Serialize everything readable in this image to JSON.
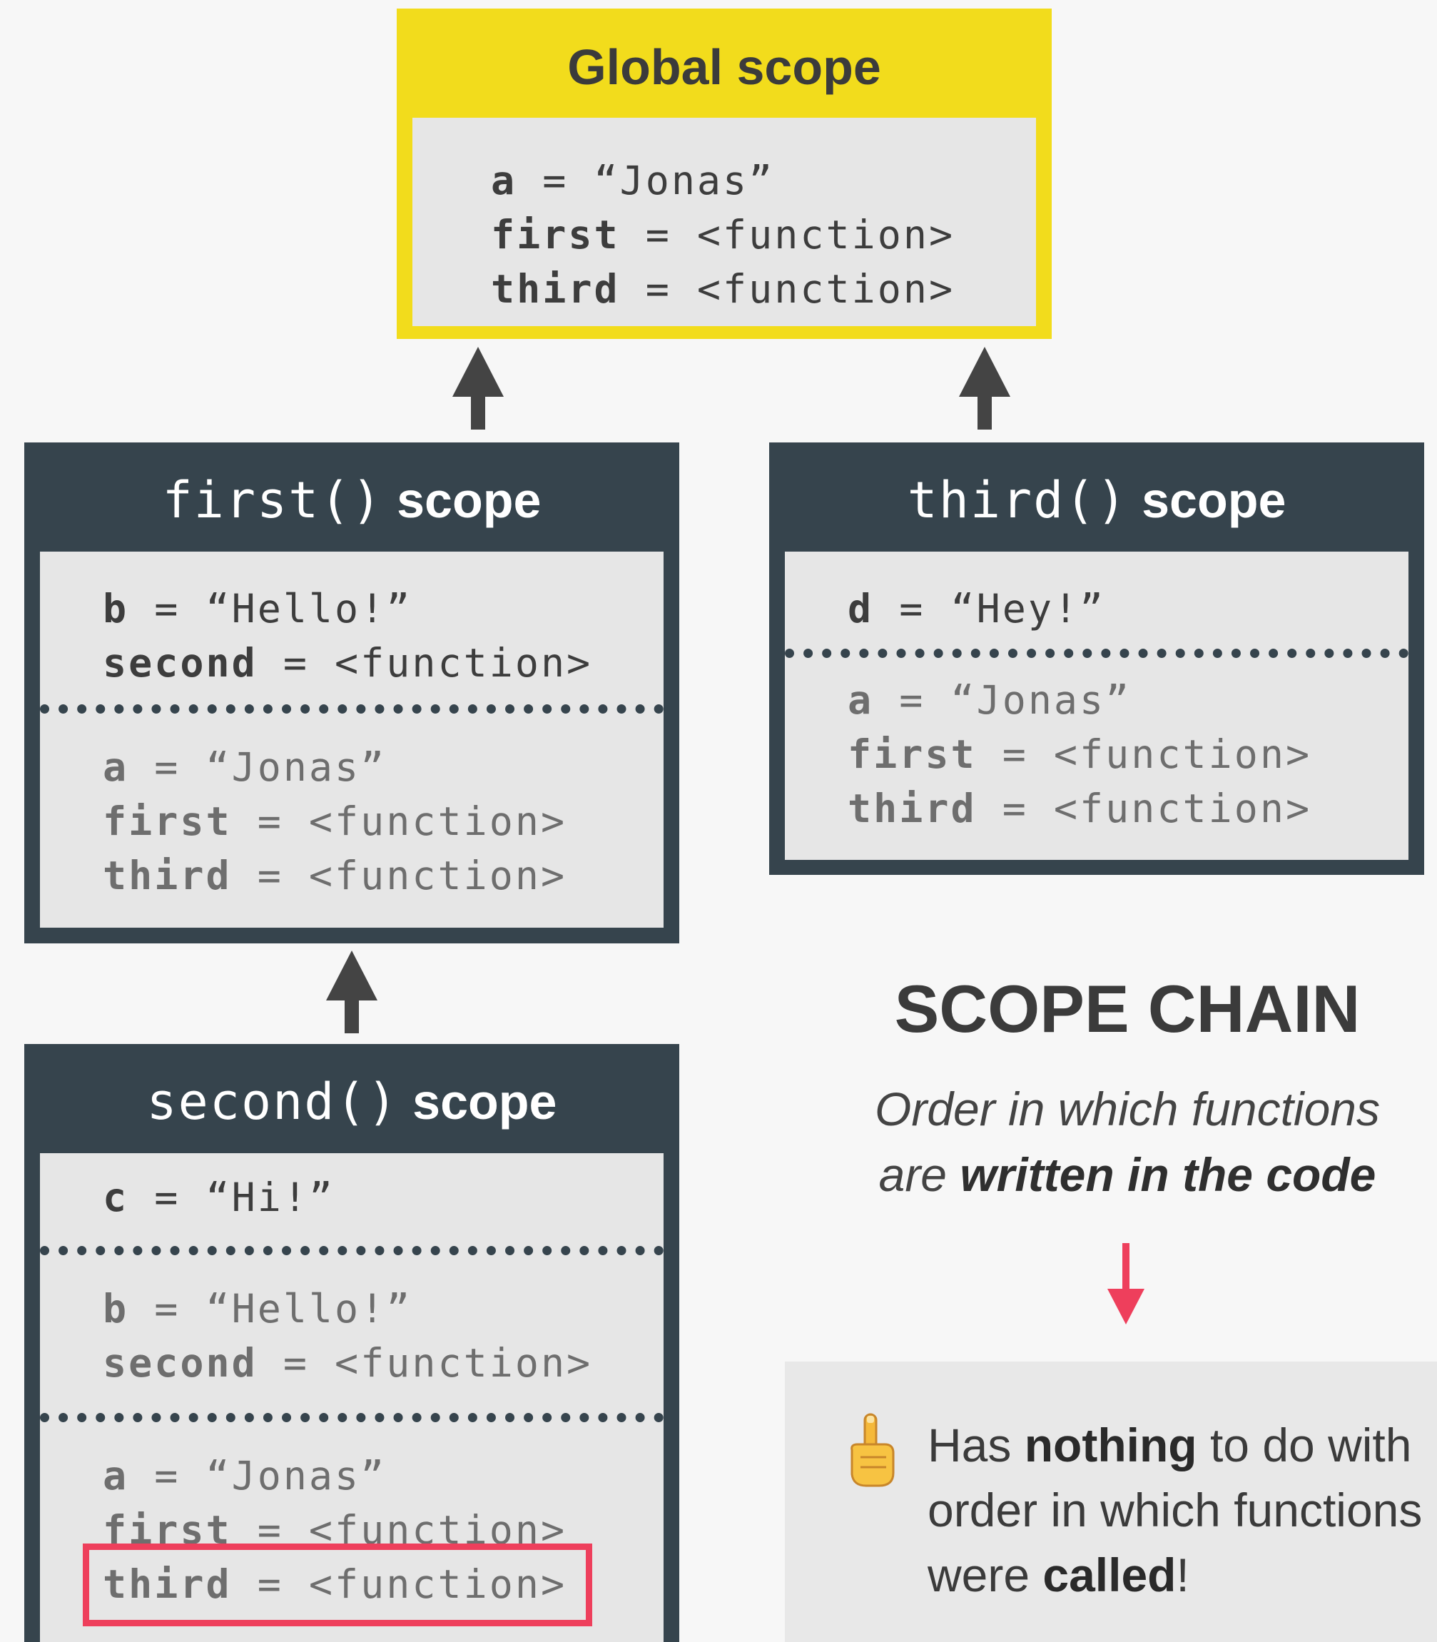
{
  "global": {
    "title": "Global scope",
    "vars": [
      {
        "name": "a",
        "value": "= “Jonas”"
      },
      {
        "name": "first",
        "value": "= <function>"
      },
      {
        "name": "third",
        "value": "= <function>"
      }
    ]
  },
  "first_scope": {
    "title_fn": "first()",
    "title_kw": "scope",
    "own": [
      {
        "name": "b",
        "value": "= “Hello!”"
      },
      {
        "name": "second",
        "value": "= <function>"
      }
    ],
    "inherited": [
      {
        "name": "a",
        "value": "= “Jonas”"
      },
      {
        "name": "first",
        "value": "= <function>"
      },
      {
        "name": "third",
        "value": "= <function>"
      }
    ]
  },
  "third_scope": {
    "title_fn": "third()",
    "title_kw": "scope",
    "own": [
      {
        "name": "d",
        "value": "= “Hey!”"
      }
    ],
    "inherited": [
      {
        "name": "a",
        "value": "= “Jonas”"
      },
      {
        "name": "first",
        "value": "= <function>"
      },
      {
        "name": "third",
        "value": "= <function>"
      }
    ]
  },
  "second_scope": {
    "title_fn": "second()",
    "title_kw": "scope",
    "own": [
      {
        "name": "c",
        "value": "= “Hi!”"
      }
    ],
    "from_first": [
      {
        "name": "b",
        "value": "= “Hello!”"
      },
      {
        "name": "second",
        "value": "= <function>"
      }
    ],
    "from_global": [
      {
        "name": "a",
        "value": "= “Jonas”"
      },
      {
        "name": "first",
        "value": "= <function>"
      },
      {
        "name": "third",
        "value": "= <function>"
      }
    ]
  },
  "sidebar": {
    "heading": "SCOPE CHAIN",
    "subtitle_line1": "Order in which functions",
    "subtitle_line2_pre": "are ",
    "subtitle_line2_bold": "written in the code",
    "note_1": "Has ",
    "note_bold_1": "nothing",
    "note_2": " to do with order in which functions were ",
    "note_bold_2": "called",
    "note_3": "!"
  },
  "colors": {
    "scope_dark": "#36444d",
    "global_yellow": "#f2dc1c",
    "inner_grey": "#e6e6e6",
    "accent_red": "#ee3f5c",
    "arrow_dark": "#444444"
  },
  "icons": {
    "up_arrow": "up-arrow-icon",
    "down_arrow": "down-arrow-icon",
    "finger": "pointing-up-finger-icon"
  }
}
